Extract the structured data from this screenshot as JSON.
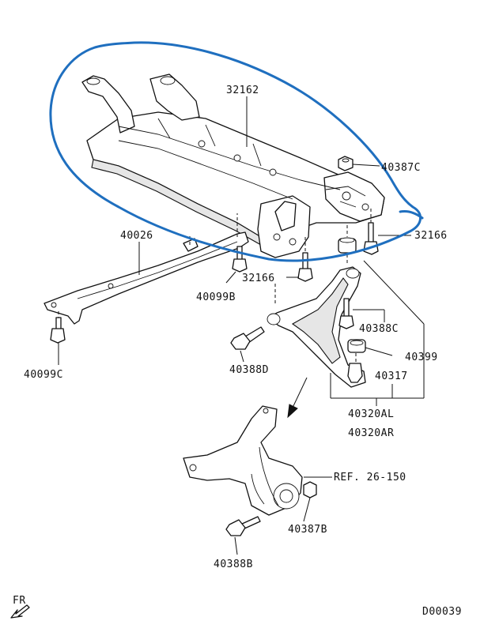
{
  "labels": {
    "crossmember": "32162",
    "nut_upper": "40387C",
    "bolt_right": "32166",
    "bolt_center": "32166",
    "brace": "40026",
    "bolt_brace_center": "40099B",
    "bolt_brace_left": "40099C",
    "bolt_arm_right": "40388C",
    "bolt_arm_left": "40388D",
    "bushing_assy": "40399",
    "bushing": "40317",
    "arm_left": "40320AL",
    "arm_right": "40320AR",
    "knuckle_ref": "REF. 26-150",
    "nut_knuckle": "40387B",
    "bolt_knuckle": "40388B",
    "front_indicator": "FR",
    "diagram_code": "D00039"
  },
  "colors": {
    "marker": "#1f6fbf",
    "ink": "#111111"
  }
}
